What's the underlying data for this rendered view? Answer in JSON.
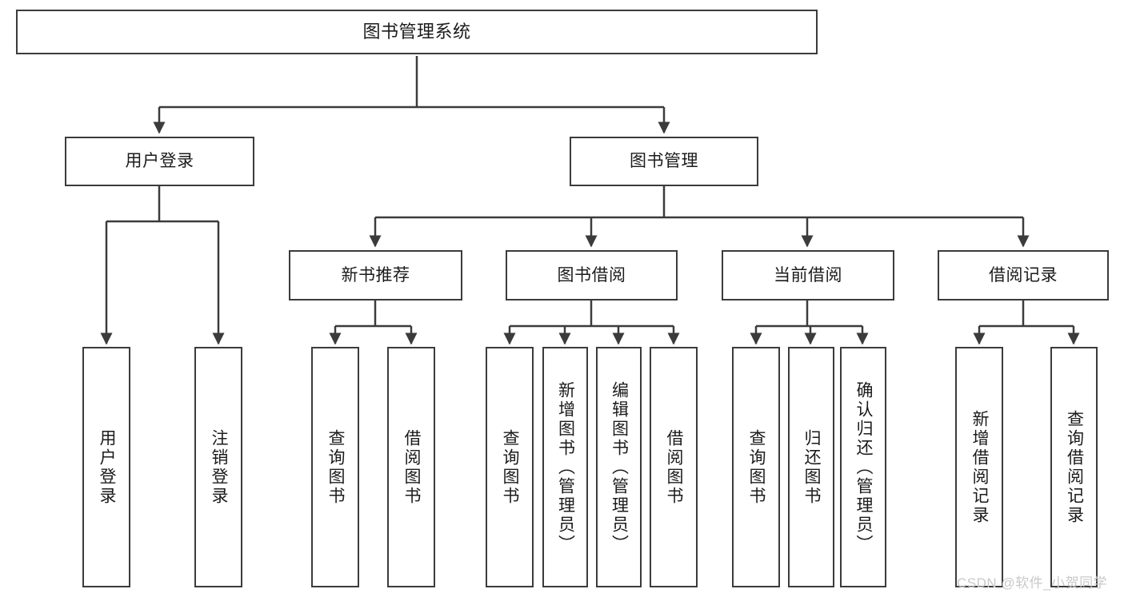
{
  "diagram": {
    "type": "tree-hierarchy-chart",
    "title": "图书管理系统",
    "watermark": "CSDN @软件_小贺同学",
    "colors": {
      "stroke": "#3b3b3b",
      "background": "#ffffff",
      "text": "#1b1b1b",
      "watermark": "#c9c9c9"
    },
    "levels": {
      "level1": {
        "label": "图书管理系统"
      },
      "level2": [
        {
          "label": "用户登录"
        },
        {
          "label": "图书管理"
        }
      ],
      "level3": [
        {
          "label": "新书推荐"
        },
        {
          "label": "图书借阅"
        },
        {
          "label": "当前借阅"
        },
        {
          "label": "借阅记录"
        }
      ],
      "leaves": {
        "user_login": [
          {
            "label": "用户登录"
          },
          {
            "label": "注销登录"
          }
        ],
        "new_book_recommend": [
          {
            "label": "查询图书"
          },
          {
            "label": "借阅图书"
          }
        ],
        "book_borrow": [
          {
            "label": "查询图书"
          },
          {
            "label": "新增图书（管理员）"
          },
          {
            "label": "编辑图书（管理员）"
          },
          {
            "label": "借阅图书"
          }
        ],
        "current_borrow": [
          {
            "label": "查询图书"
          },
          {
            "label": "归还图书"
          },
          {
            "label": "确认归还（管理员）"
          }
        ],
        "borrow_record": [
          {
            "label": "新增借阅记录"
          },
          {
            "label": "查询借阅记录"
          }
        ]
      }
    }
  }
}
